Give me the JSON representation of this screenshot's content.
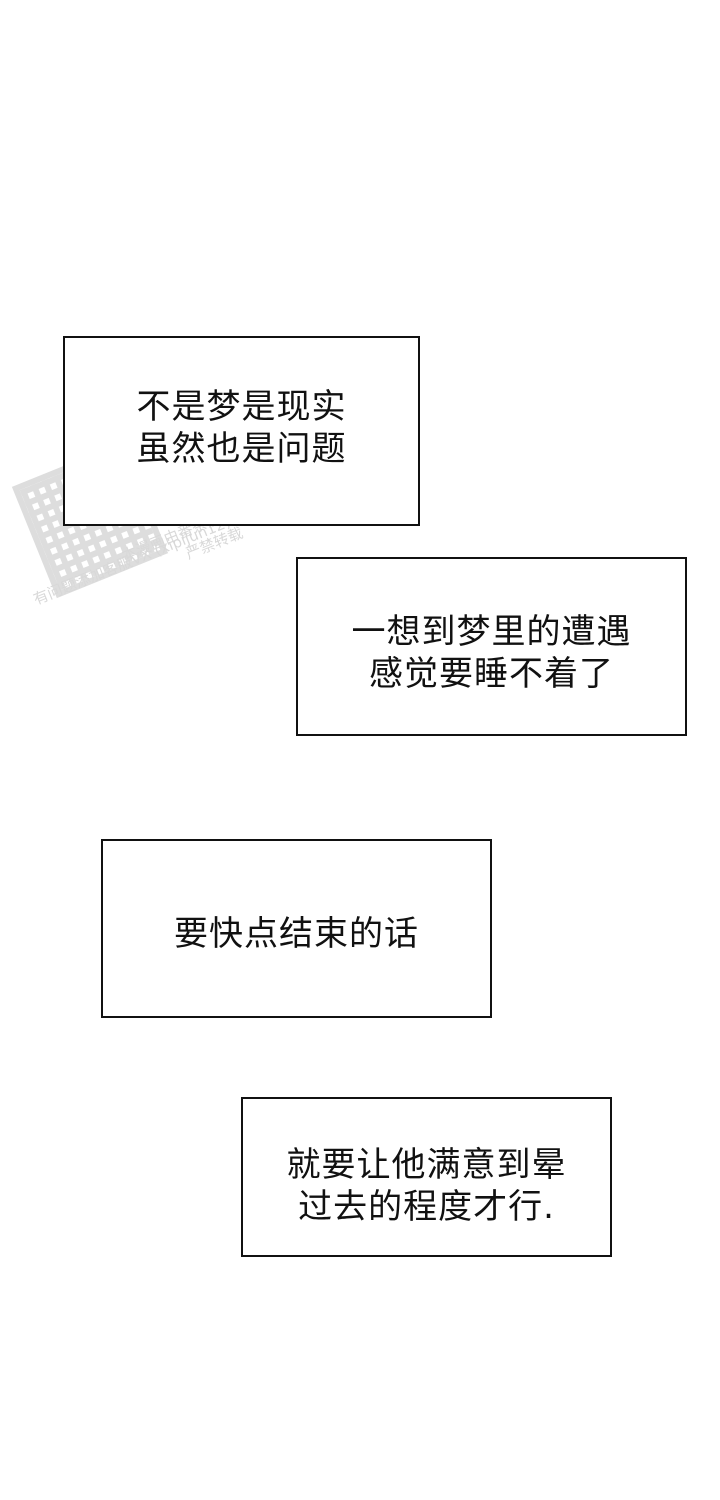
{
  "captions": [
    {
      "lines": [
        "不是梦是现实",
        "虽然也是问题"
      ]
    },
    {
      "lines": [
        "一想到梦里的遭遇",
        "感觉要睡不着了"
      ]
    },
    {
      "lines": [
        "要快点结束的话"
      ]
    },
    {
      "lines": [
        "就要让他满意到晕",
        "过去的程度才行."
      ]
    }
  ],
  "watermark": {
    "line1": "本漫画由番茶汉化独家翻制!",
    "line2": "严禁转载",
    "line3": "有问题添加客服VX (xipijun12)"
  }
}
